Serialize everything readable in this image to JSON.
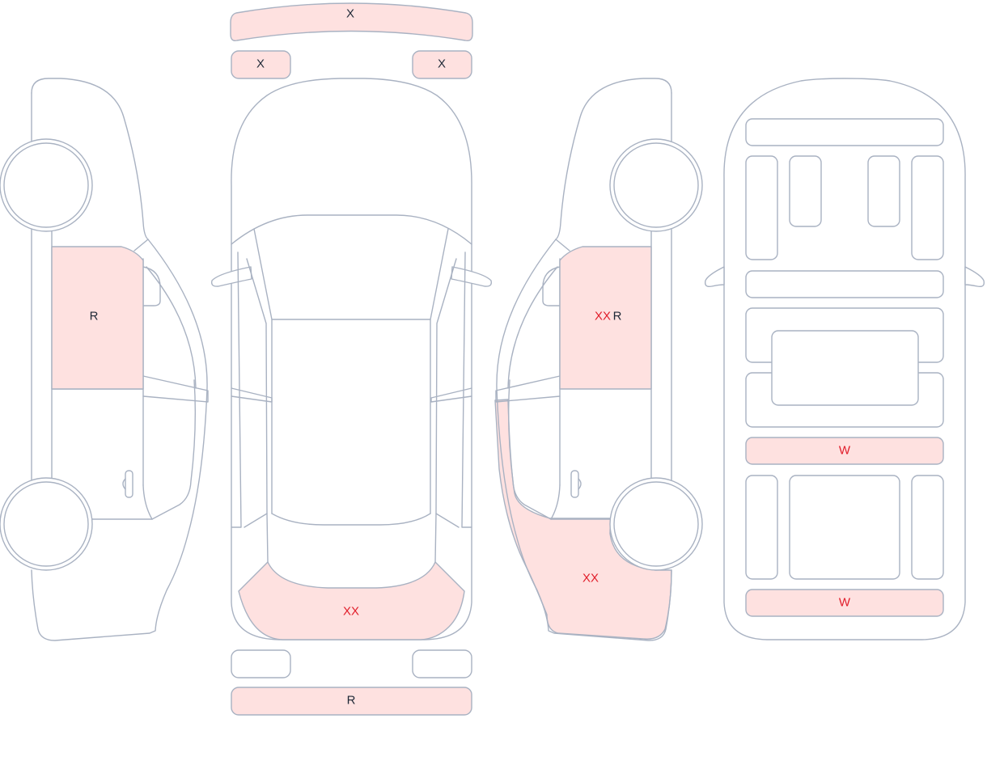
{
  "colors": {
    "outline": "#a9b2c2",
    "damage_fill": "#fee1e0",
    "label_dark": "#1f2937",
    "label_red": "#e11d2a"
  },
  "labels": {
    "front_bumper": "X",
    "front_light_left": "X",
    "front_light_right": "X",
    "left_front_door": "R",
    "hood_front": "XX",
    "rear_bumper": "R",
    "right_front_door_a": "XX",
    "right_front_door_b": "R",
    "right_front_fender": "XX",
    "interior_row_1": "W",
    "interior_row_2": "W"
  }
}
